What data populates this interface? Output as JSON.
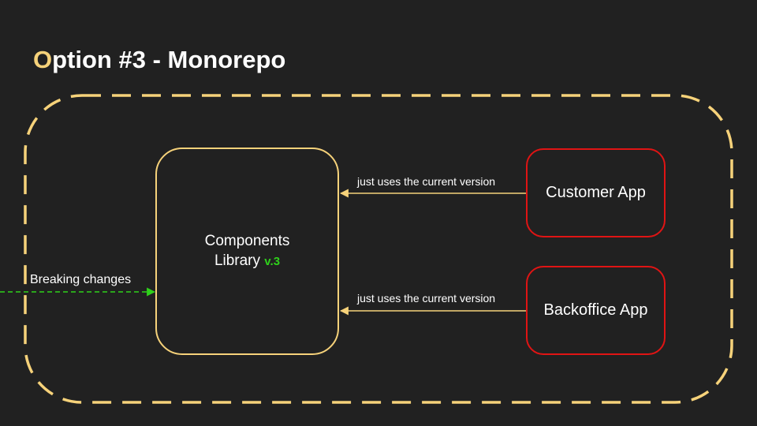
{
  "slide": {
    "title_accent": "O",
    "title_rest": "ption #3 - Monorepo"
  },
  "diagram": {
    "library": {
      "line1": "Components",
      "line2": "Library",
      "version": "v.3"
    },
    "customer_app": {
      "label": "Customer App"
    },
    "backoffice_app": {
      "label": "Backoffice App"
    },
    "edges": {
      "customer_to_library": "just uses the current version",
      "backoffice_to_library": "just uses the current version",
      "breaking_changes": "Breaking changes"
    }
  },
  "colors": {
    "background": "#212121",
    "accent_yellow": "#f6d27a",
    "app_border_red": "#e01414",
    "version_green": "#2fd11b",
    "breaking_arrow_green": "#2fd11b",
    "text": "#ffffff"
  }
}
